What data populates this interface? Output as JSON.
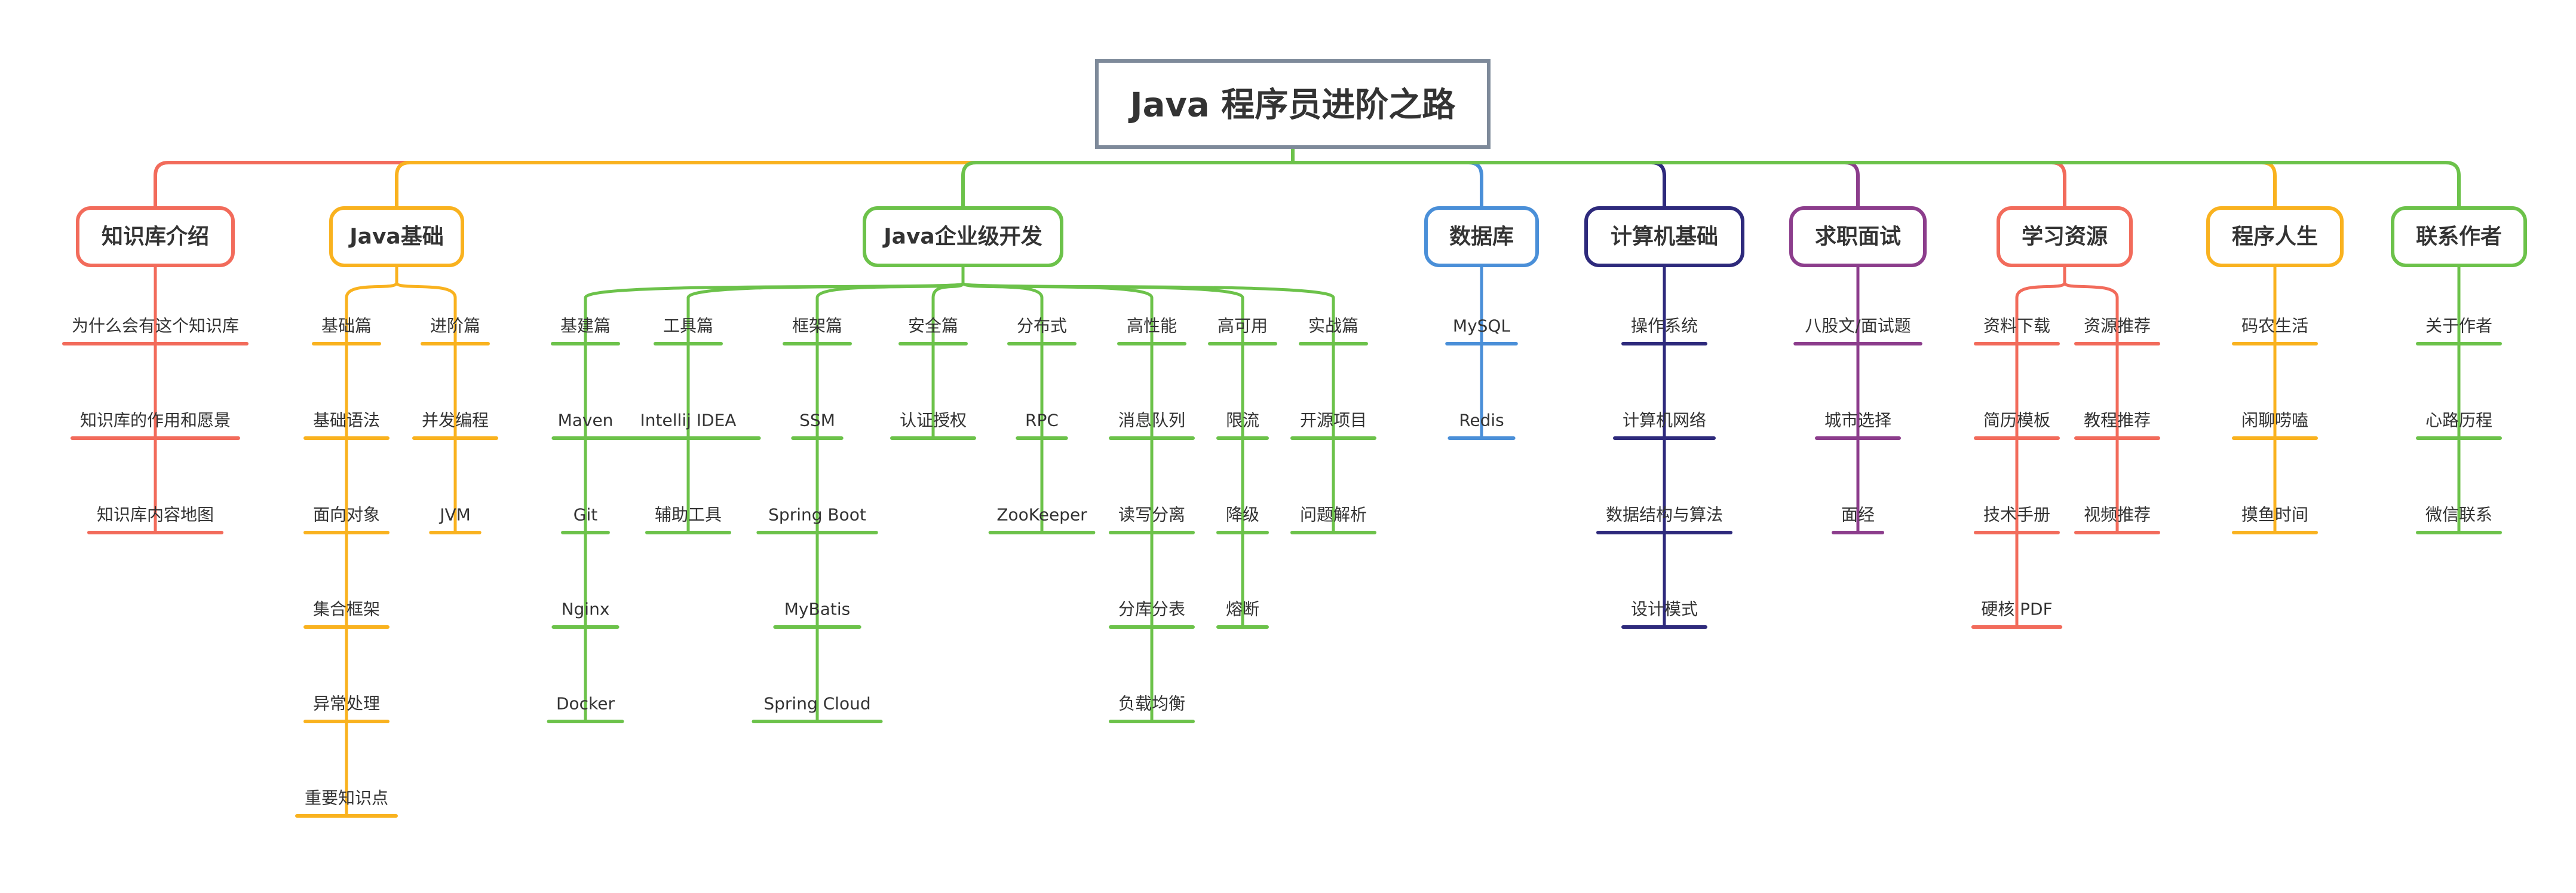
{
  "root": {
    "title": "Java 程序员进阶之路",
    "border_color": "#7E8A9A"
  },
  "branches": [
    {
      "id": "intro",
      "label": "知识库介绍",
      "color": "#F26B5B",
      "chains": [
        [
          "为什么会有这个知识库",
          "知识库的作用和愿景",
          "知识库内容地图"
        ]
      ]
    },
    {
      "id": "java-basics",
      "label": "Java基础",
      "color": "#F9B21F",
      "chains": [
        [
          "基础篇",
          "基础语法",
          "面向对象",
          "集合框架",
          "异常处理",
          "重要知识点"
        ],
        [
          "进阶篇",
          "并发编程",
          "JVM"
        ]
      ]
    },
    {
      "id": "enterprise",
      "label": "Java企业级开发",
      "color": "#6CC24A",
      "chains": [
        [
          "基建篇",
          "Maven",
          "Git",
          "Nginx",
          "Docker"
        ],
        [
          "工具篇",
          "Intellij IDEA",
          "辅助工具"
        ],
        [
          "框架篇",
          "SSM",
          "Spring Boot",
          "MyBatis",
          "Spring Cloud"
        ],
        [
          "安全篇",
          "认证授权"
        ],
        [
          "分布式",
          "RPC",
          "ZooKeeper"
        ],
        [
          "高性能",
          "消息队列",
          "读写分离",
          "分库分表",
          "负载均衡"
        ],
        [
          "高可用",
          "限流",
          "降级",
          "熔断"
        ],
        [
          "实战篇",
          "开源项目",
          "问题解析"
        ]
      ]
    },
    {
      "id": "database",
      "label": "数据库",
      "color": "#4A8FD8",
      "chains": [
        [
          "MySQL",
          "Redis"
        ]
      ]
    },
    {
      "id": "cs-basics",
      "label": "计算机基础",
      "color": "#2E2A7C",
      "chains": [
        [
          "操作系统",
          "计算机网络",
          "数据结构与算法",
          "设计模式"
        ]
      ]
    },
    {
      "id": "job",
      "label": "求职面试",
      "color": "#8C3D8C",
      "chains": [
        [
          "八股文/面试题",
          "城市选择",
          "面经"
        ]
      ]
    },
    {
      "id": "resources",
      "label": "学习资源",
      "color": "#F26B5B",
      "chains": [
        [
          "资料下载",
          "简历模板",
          "技术手册",
          "硬核 PDF"
        ],
        [
          "资源推荐",
          "教程推荐",
          "视频推荐"
        ]
      ]
    },
    {
      "id": "life",
      "label": "程序人生",
      "color": "#F9B21F",
      "chains": [
        [
          "码农生活",
          "闲聊唠嗑",
          "摸鱼时间"
        ]
      ]
    },
    {
      "id": "contact",
      "label": "联系作者",
      "color": "#6CC24A",
      "chains": [
        [
          "关于作者",
          "心路历程",
          "微信联系"
        ]
      ]
    }
  ]
}
